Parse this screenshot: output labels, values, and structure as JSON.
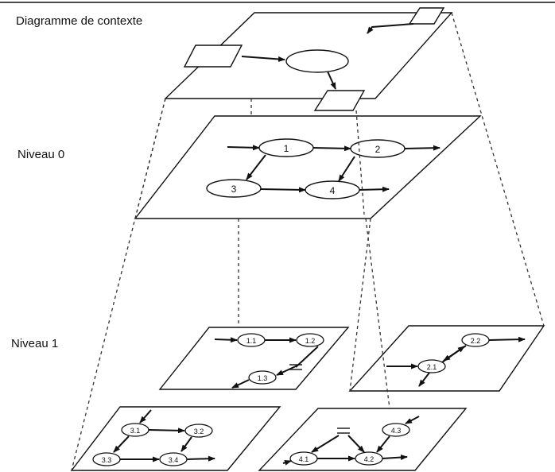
{
  "levels": {
    "context": "Diagramme de contexte",
    "n0": "Niveau 0",
    "n1": "Niveau 1"
  },
  "nodes": {
    "p1": "1",
    "p2": "2",
    "p3": "3",
    "p4": "4",
    "p11": "1.1",
    "p12": "1.2",
    "p13": "1.3",
    "p21": "2.1",
    "p22": "2.2",
    "p31": "3.1",
    "p32": "3.2",
    "p33": "3.3",
    "p34": "3.4",
    "p41": "4.1",
    "p42": "4.2",
    "p43": "4.3"
  },
  "colors": {
    "ink": "#111111",
    "background": "#ffffff"
  }
}
